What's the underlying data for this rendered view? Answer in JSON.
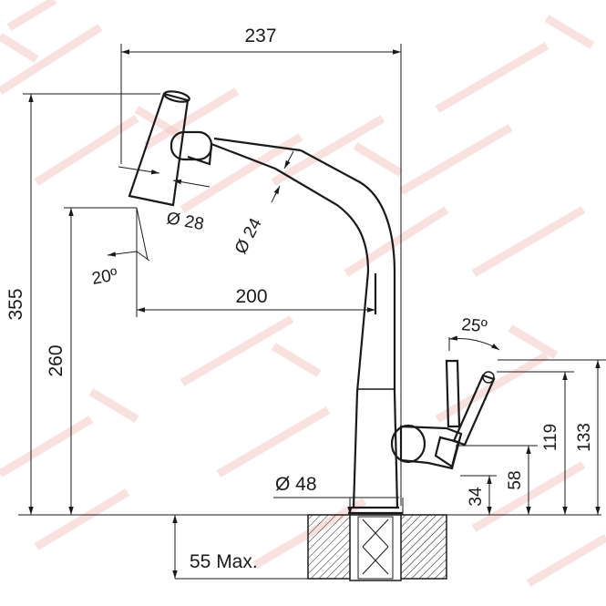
{
  "drawing": {
    "dimensions": {
      "spout_reach": "237",
      "total_height": "355",
      "spout_height": "260",
      "spray_head_diameter": "Ø 28",
      "hose_diameter": "Ø 24",
      "head_tilt": "20º",
      "pullout_length": "200",
      "lever_angle": "25º",
      "lever_height_top": "133",
      "lever_height_mid": "119",
      "body_height": "58",
      "handle_base_height": "34",
      "base_diameter": "Ø 48",
      "counter_thickness": "55 Max."
    },
    "colors": {
      "ink": "#1a1a1a",
      "watermark": "#f2c9c4",
      "hatch": "#1a1a1a"
    },
    "icons": {
      "background": "watermark-pattern-icon"
    }
  }
}
